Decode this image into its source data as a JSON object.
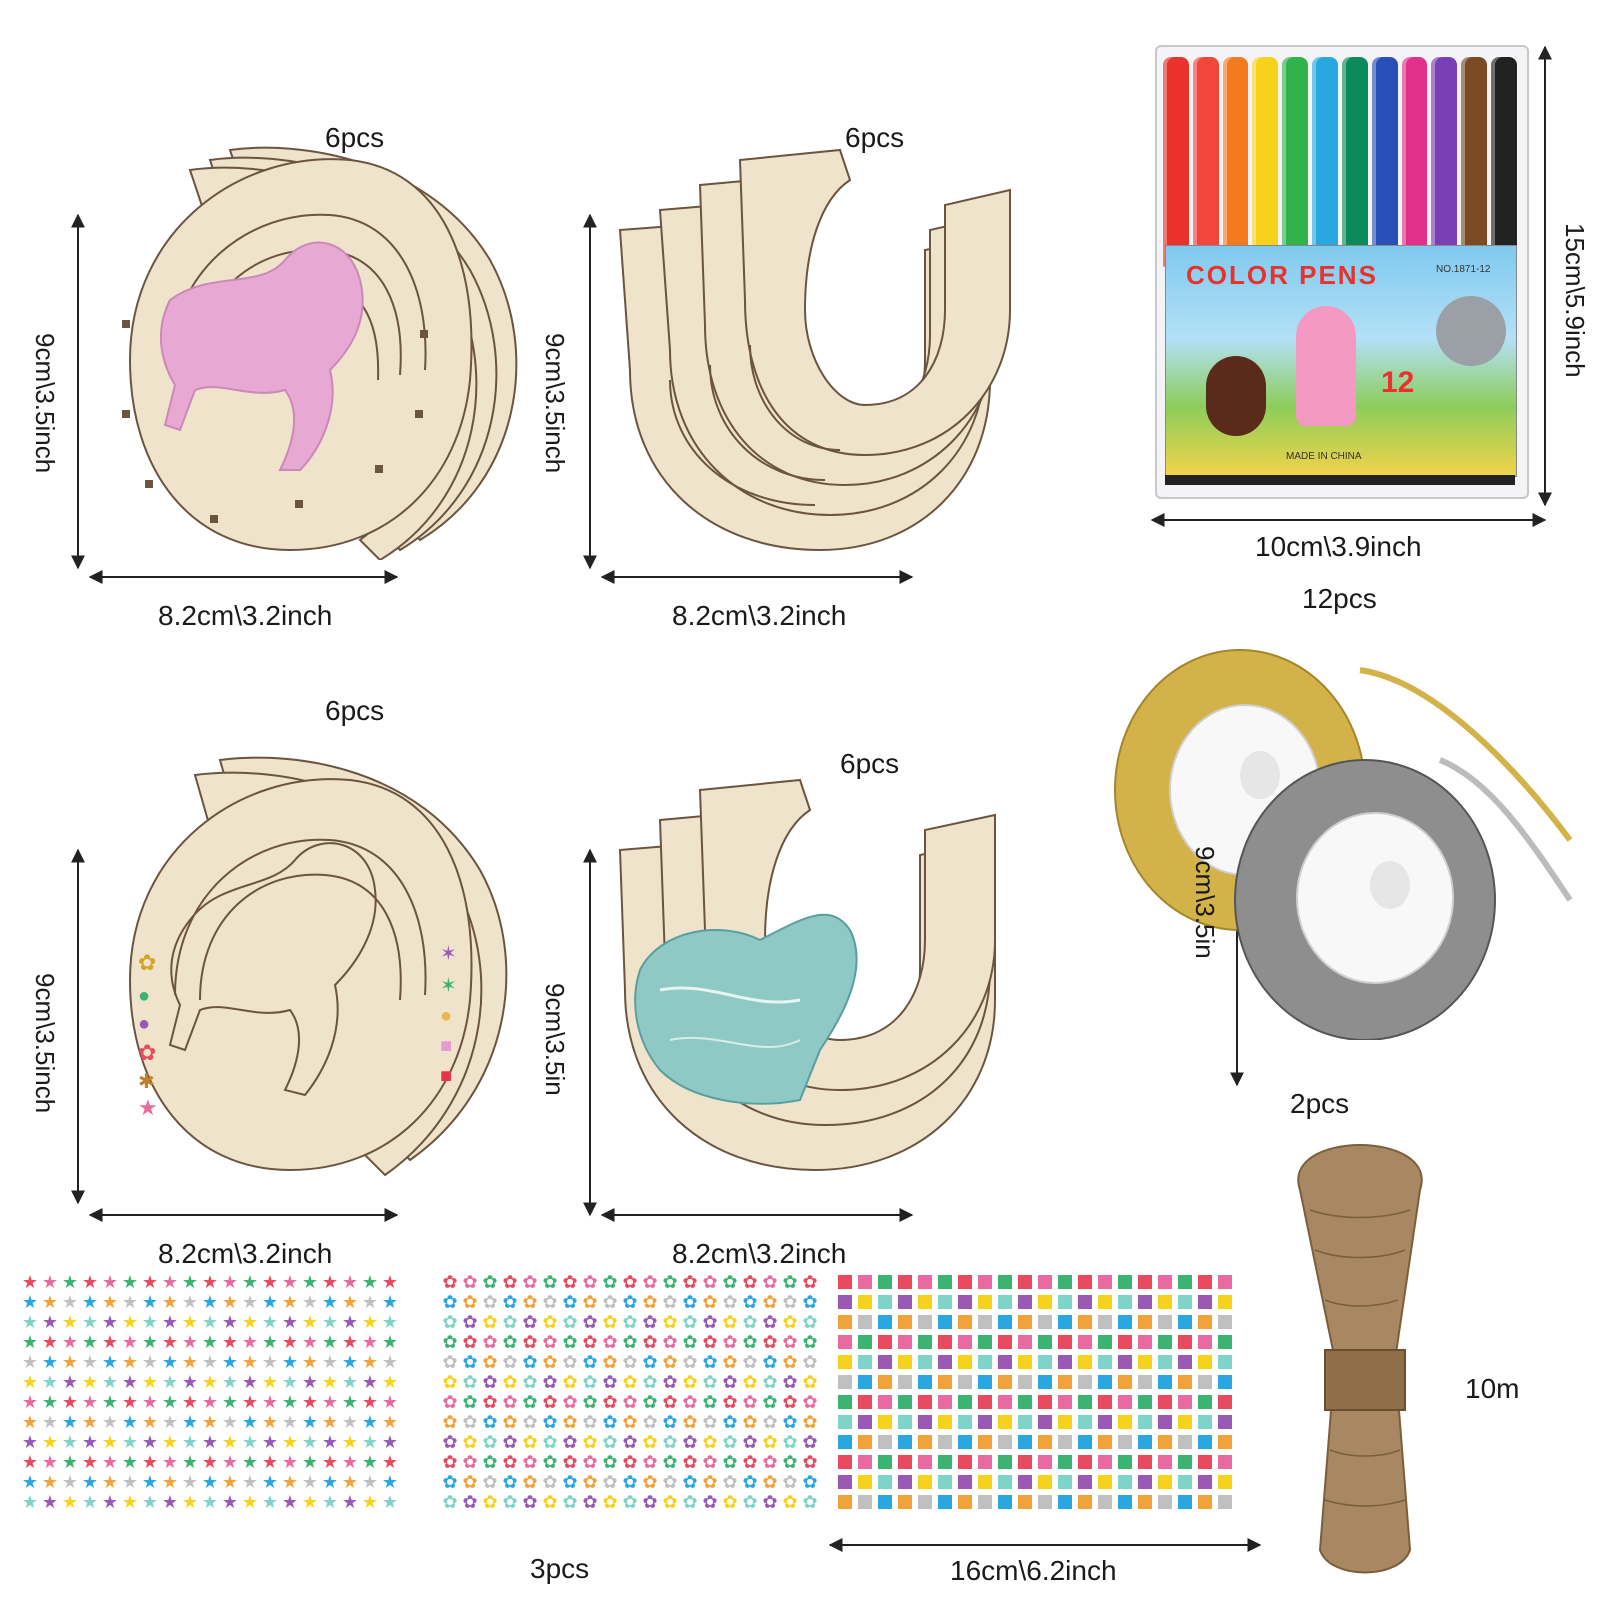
{
  "horseshoes": [
    {
      "qty": "6pcs",
      "height": "9cm\\3.5inch",
      "width": "8.2cm\\3.2inch",
      "variant": "pink-horse"
    },
    {
      "qty": "6pcs",
      "height": "9cm\\3.5inch",
      "width": "8.2cm\\3.2inch",
      "variant": "plain"
    },
    {
      "qty": "6pcs",
      "height": "9cm\\3.5inch",
      "width": "8.2cm\\3.2inch",
      "variant": "horse-outline"
    },
    {
      "qty": "6pcs",
      "height": "9cm\\3.5in",
      "width": "8.2cm\\3.2inch",
      "variant": "blue-horse-head"
    }
  ],
  "color_pens": {
    "qty": "12pcs",
    "height": "15cm\\5.9inch",
    "width": "10cm\\3.9inch",
    "package_title": "COLOR PENS",
    "package_code": "NO.1871-12",
    "package_number": "12",
    "package_origin": "MADE IN CHINA",
    "pen_colors": [
      "#e8322b",
      "#f2453b",
      "#f47a20",
      "#f7d21c",
      "#2fb34a",
      "#2aa7e0",
      "#0c8a5c",
      "#2b4fb8",
      "#e0308a",
      "#7b3fb5",
      "#7a4a25",
      "#222222"
    ]
  },
  "ribbons": {
    "qty": "2pcs",
    "height": "9cm\\3.5in",
    "colors": [
      "#d4b24a",
      "#8e8e8e"
    ]
  },
  "rhinestones": {
    "qty": "3pcs",
    "width": "16cm\\6.2inch"
  },
  "twine": {
    "length": "10m",
    "color": "#a88863"
  },
  "colors": {
    "wood": "#efe3cc",
    "wood_edge": "#6b5440",
    "dimension_line": "#222222"
  }
}
